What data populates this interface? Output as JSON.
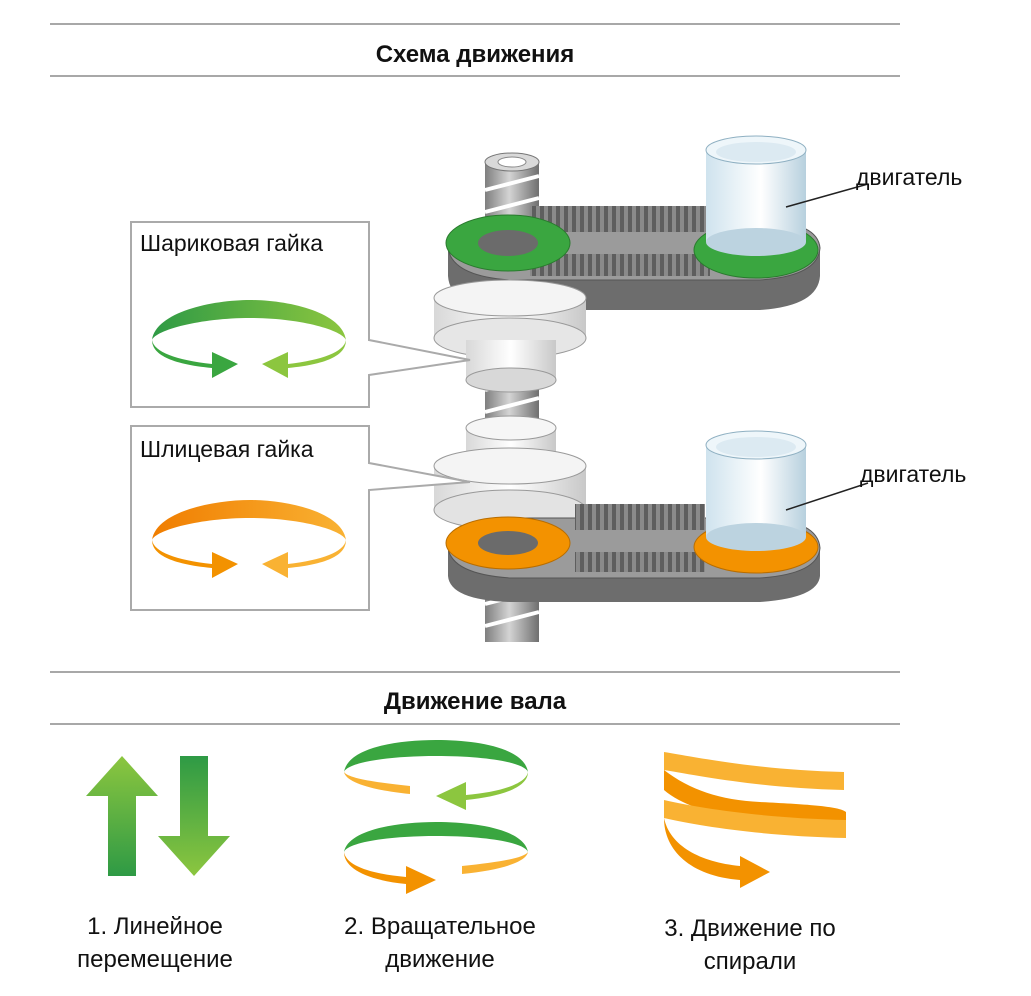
{
  "scheme": {
    "title": "Схема движения",
    "motor_top_label": "двигатель",
    "motor_bottom_label": "двигатель",
    "ball_nut_label": "Шариковая гайка",
    "spline_nut_label": "Шлицевая гайка"
  },
  "shaft_motion": {
    "title": "Движение вала",
    "items": [
      {
        "line1": "1. Линейное",
        "line2": "перемещение"
      },
      {
        "line1": "2. Вращательное",
        "line2": "движение"
      },
      {
        "line1": "3. Движение по",
        "line2": "спирали"
      }
    ]
  },
  "colors": {
    "green": "#3aa640",
    "light_green": "#8cc63f",
    "orange": "#f39200",
    "light_orange": "#f9b233",
    "belt_gray": "#6b6b6b",
    "frame_gray": "#a8a8a8"
  }
}
